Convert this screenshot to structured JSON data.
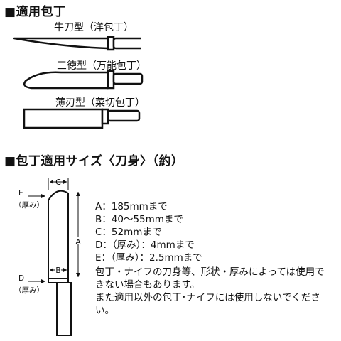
{
  "section1": {
    "title": "■適用包丁",
    "knives": [
      {
        "label": "牛刀型（洋包丁）"
      },
      {
        "label": "三徳型（万能包丁）"
      },
      {
        "label": "薄刃型（菜切包丁）"
      }
    ]
  },
  "section2": {
    "title": "■包丁適用サイズ〈刀身〉（約）",
    "diagram": {
      "label_c": "C",
      "label_a": "A",
      "label_b": "B",
      "label_e": "E",
      "label_e_sub": "（厚み）",
      "label_d": "D",
      "label_d_sub": "（厚み）"
    },
    "specs": [
      "A：185mmまで",
      "B：40～55mmまで",
      "C：52mmまで",
      "D：（厚み）：4mmまで",
      "E：（厚み）：2.5mmまで"
    ],
    "notes": [
      "包丁・ナイフの刀身等、形状・厚みによっては使用できない場合もあります。",
      "また適用以外の包丁･ナイフには使用しないでください。"
    ]
  }
}
